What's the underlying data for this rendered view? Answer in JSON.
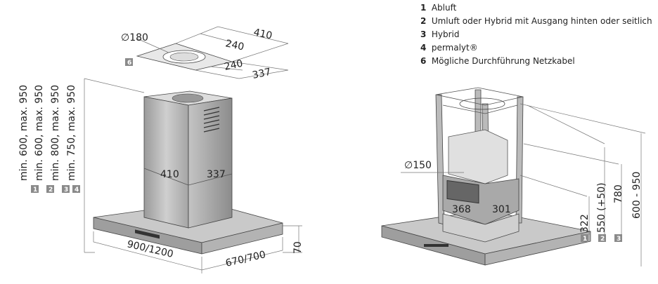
{
  "legend": [
    {
      "num": "1",
      "label": "Abluft"
    },
    {
      "num": "2",
      "label": "Umluft oder Hybrid mit Ausgang hinten oder seitlich"
    },
    {
      "num": "3",
      "label": "Hybrid"
    },
    {
      "num": "4",
      "label": "permalyt®"
    },
    {
      "num": "6",
      "label": "Mögliche Durchführung Netzkabel"
    }
  ],
  "left_hood": {
    "ceiling_plate": {
      "diameter": "∅180",
      "width_outer": "410",
      "width_inner": "240",
      "depth_inner": "240",
      "depth_outer": "337",
      "badge": "6"
    },
    "heights": [
      {
        "text": "min. 600, max. 950",
        "badge": "1"
      },
      {
        "text": "min. 600, max. 950",
        "badge": "2"
      },
      {
        "text": "min. 800, max. 950",
        "badge": "3"
      },
      {
        "text": "min. 750, max. 950",
        "badge": "4"
      }
    ],
    "chimney_width": "410",
    "chimney_depth": "337",
    "canopy_width": "900/1200",
    "canopy_depth": "670/700",
    "canopy_height": "70"
  },
  "right_hood": {
    "diameter": "∅150",
    "inner_width": "368",
    "inner_depth": "301",
    "heights": [
      {
        "text": "322",
        "badge": "1"
      },
      {
        "text": "550 (+50)",
        "badge": "2"
      },
      {
        "text": "780",
        "badge": "3"
      },
      {
        "text": "600 - 950",
        "badge": ""
      }
    ]
  },
  "colors": {
    "badge": "#8a8a8a",
    "steel": "#b8b8b8",
    "steel_dark": "#8e8e8e"
  }
}
